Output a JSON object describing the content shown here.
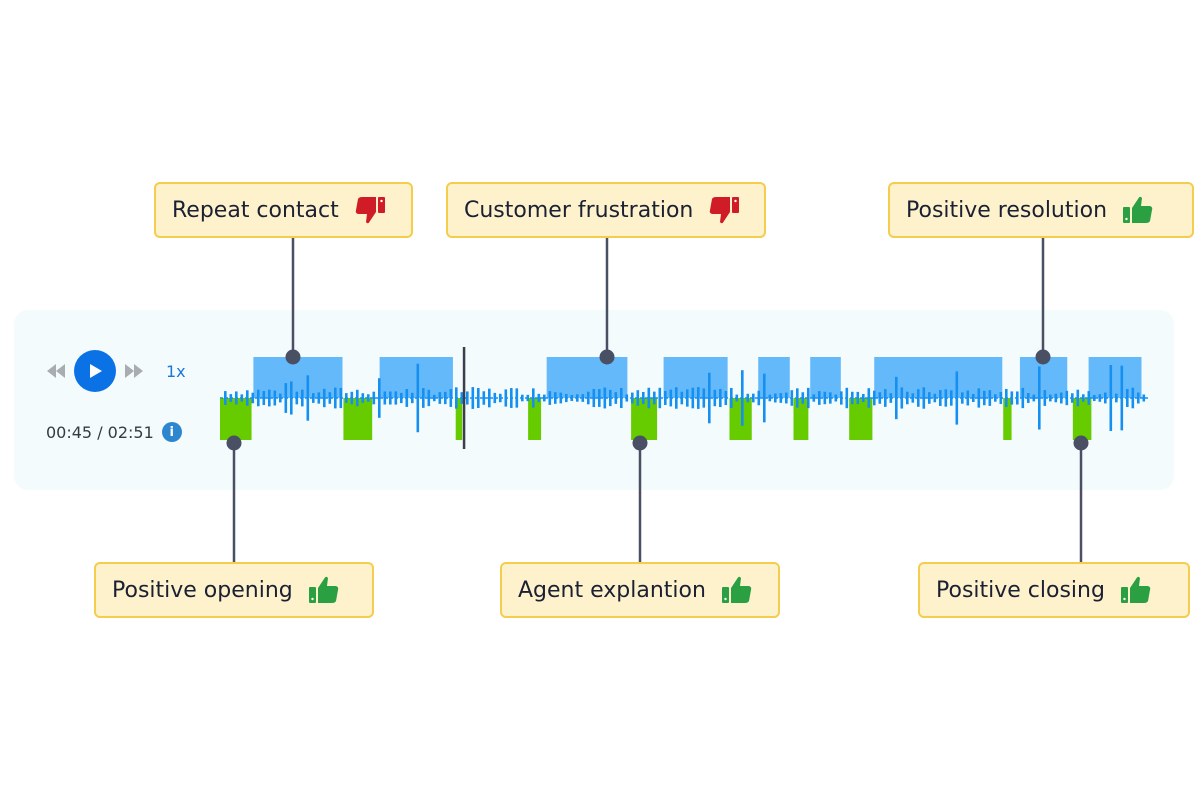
{
  "player": {
    "speed": "1x",
    "current_time": "00:45",
    "total_time": "02:51",
    "time_display": "00:45 / 02:51",
    "progress_fraction": 0.263,
    "icons": {
      "rewind": "rewind-icon",
      "play": "play-icon",
      "forward": "fast-forward-icon",
      "info": "info-icon"
    }
  },
  "colors": {
    "agent_segment": "#64b9fb",
    "customer_segment": "#66cc00",
    "waveform": "#1690f0",
    "playhead": "#3a3f4a",
    "connector": "#4a5064",
    "label_bg": "#fdf2cc",
    "label_border": "#f4cd4c",
    "thumb_up": "#2aa043",
    "thumb_down": "#d01c27"
  },
  "annotations": [
    {
      "text": "Repeat contact",
      "sentiment": "negative",
      "position": "top"
    },
    {
      "text": "Customer frustration",
      "sentiment": "negative",
      "position": "top"
    },
    {
      "text": "Positive resolution",
      "sentiment": "positive",
      "position": "top"
    },
    {
      "text": "Positive opening",
      "sentiment": "positive",
      "position": "bottom"
    },
    {
      "text": "Agent explantion",
      "sentiment": "positive",
      "position": "bottom"
    },
    {
      "text": "Positive closing",
      "sentiment": "positive",
      "position": "bottom"
    }
  ],
  "timeline": {
    "agent_segments": [
      [
        0.036,
        0.132
      ],
      [
        0.172,
        0.251
      ],
      [
        0.352,
        0.439
      ],
      [
        0.478,
        0.547
      ],
      [
        0.58,
        0.614
      ],
      [
        0.636,
        0.669
      ],
      [
        0.705,
        0.843
      ],
      [
        0.862,
        0.913
      ],
      [
        0.936,
        0.993
      ]
    ],
    "customer_segments": [
      [
        0.0,
        0.034
      ],
      [
        0.133,
        0.164
      ],
      [
        0.254,
        0.261
      ],
      [
        0.332,
        0.346
      ],
      [
        0.443,
        0.471
      ],
      [
        0.549,
        0.573
      ],
      [
        0.618,
        0.634
      ],
      [
        0.678,
        0.703
      ],
      [
        0.844,
        0.853
      ],
      [
        0.919,
        0.939
      ]
    ]
  }
}
